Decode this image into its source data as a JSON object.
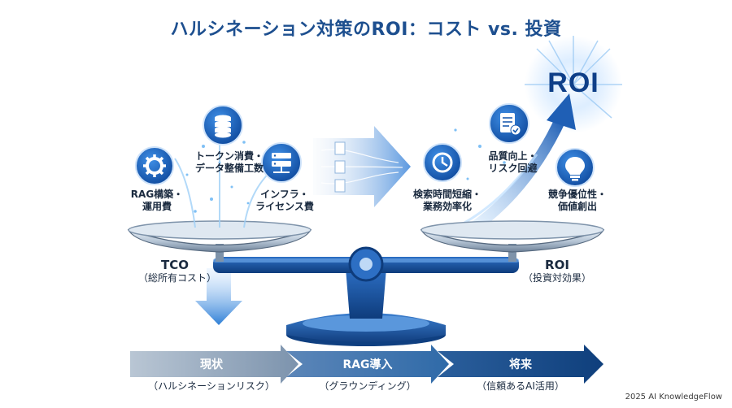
{
  "title": "ハルシネーション対策のROI：コスト vs. 投資",
  "colors": {
    "primary": "#1d4f8f",
    "accent": "#2f7fd6",
    "light": "#d8ecff",
    "dark": "#0f3f88"
  },
  "left": {
    "heading": "TCO",
    "sub": "（総所有コスト）",
    "items": [
      {
        "text": "RAG構築・\n運用費",
        "icon": "gear-icon"
      },
      {
        "text": "トークン消費・\nデータ整備工数",
        "icon": "coins-icon"
      },
      {
        "text": "インフラ・\nライセンス費",
        "icon": "server-icon"
      }
    ]
  },
  "right": {
    "heading": "ROI",
    "sub": "（投資対効果）",
    "badge": "ROI",
    "items": [
      {
        "text": "検索時間短縮・\n業務効率化",
        "icon": "clock-icon"
      },
      {
        "text": "品質向上・\nリスク回避",
        "icon": "checklist-icon"
      },
      {
        "text": "競争優位性・\n価値創出",
        "icon": "lightbulb-icon"
      }
    ]
  },
  "steps": [
    {
      "label": "現状",
      "sub": "（ハルシネーションリスク）"
    },
    {
      "label": "RAG導入",
      "sub": "（グラウンディング）"
    },
    {
      "label": "将来",
      "sub": "（信頼あるAI活用）"
    }
  ],
  "footer": "2025 AI KnowledgeFlow"
}
